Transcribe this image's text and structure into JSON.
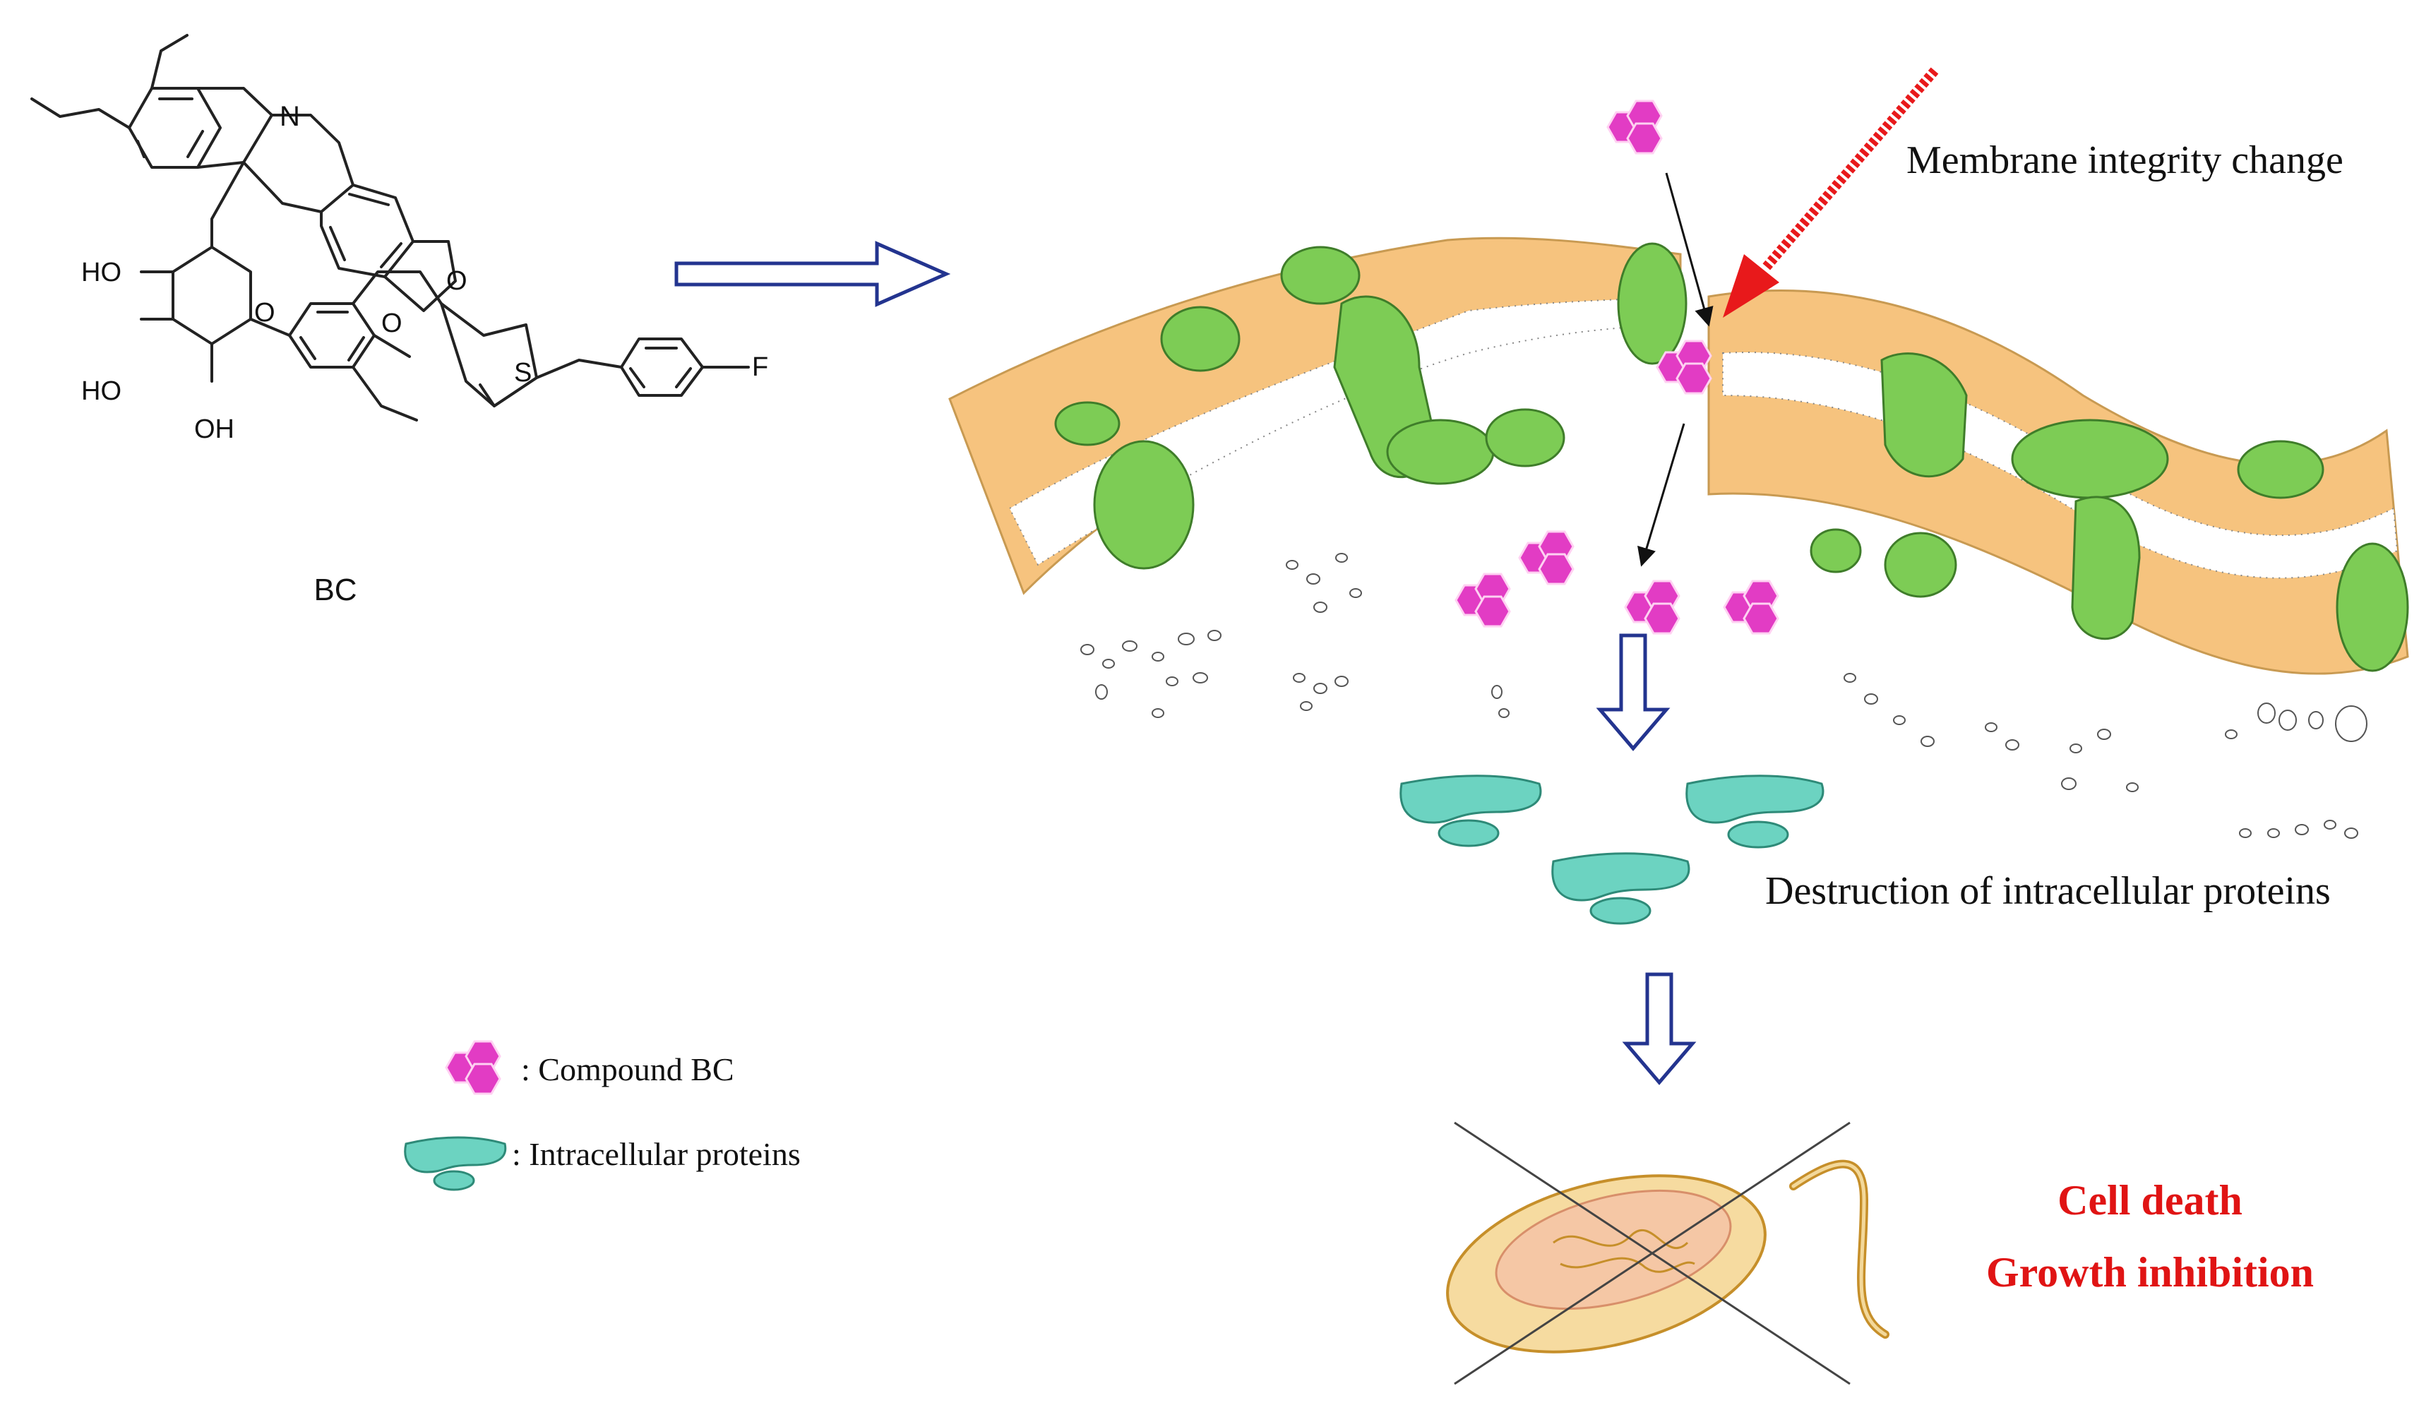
{
  "molecule": {
    "name": "BC",
    "atom_labels": [
      "N",
      "O",
      "O",
      "O",
      "HO",
      "HO",
      "OH",
      "S",
      "F"
    ]
  },
  "labels": {
    "membrane_change": "Membrane integrity change",
    "protein_destruction": "Destruction of intracellular proteins",
    "cell_death": "Cell death",
    "growth_inhibition": "Growth inhibition"
  },
  "legend": {
    "compound": ": Compound BC",
    "proteins": ": Intracellular proteins"
  },
  "colors": {
    "lipid_head": "#f6c37e",
    "lipid_stroke": "#c89a52",
    "membrane_protein": "#7dcc55",
    "membrane_protein_stroke": "#3f7d2a",
    "compound": "#e23cc4",
    "intracellular_protein": "#6cd3c1",
    "arrow_outline": "#23348f",
    "red_arrow": "#e8191b",
    "result_text": "#e01414"
  },
  "icons": [
    "compound-bc-icon",
    "intracellular-protein-icon",
    "hollow-arrow-icon",
    "bacterium-icon",
    "red-arrow-icon"
  ]
}
